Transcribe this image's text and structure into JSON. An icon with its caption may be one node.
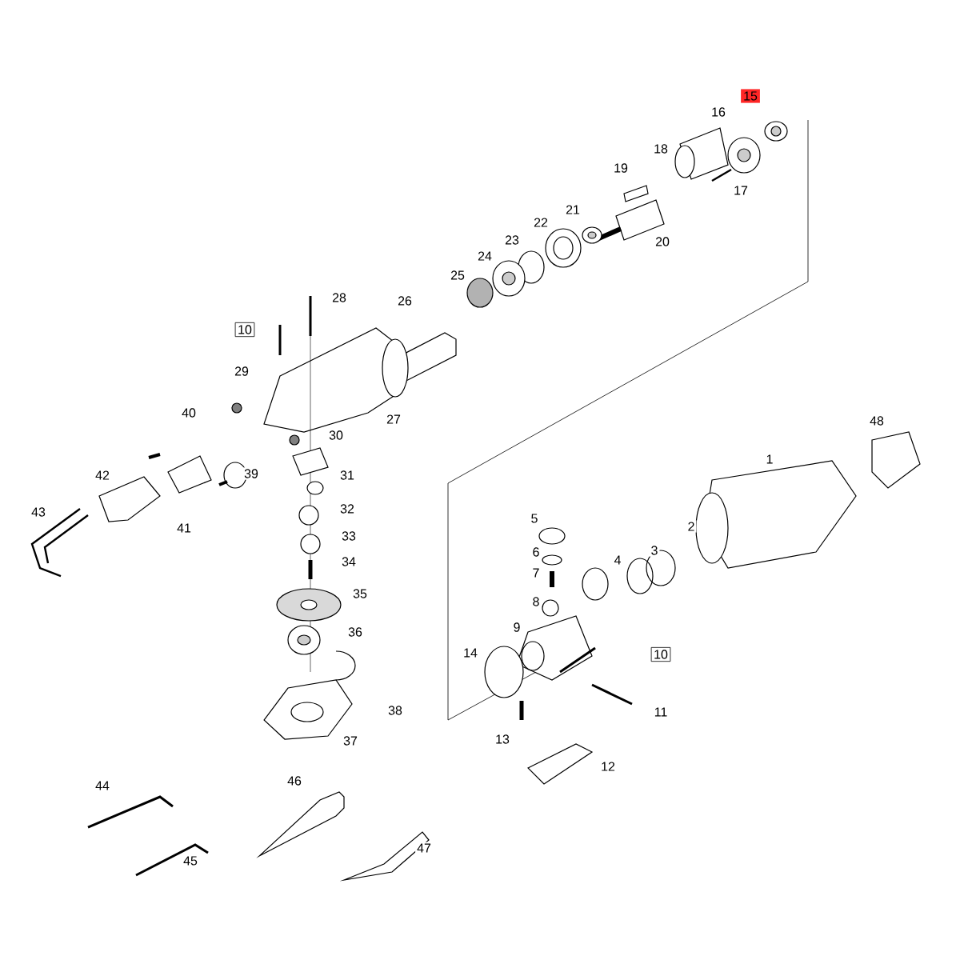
{
  "diagram": {
    "labels": [
      "15",
      "16",
      "18",
      "19",
      "17",
      "21",
      "22",
      "20",
      "23",
      "24",
      "25",
      "28",
      "26",
      "10",
      "29",
      "40",
      "27",
      "30",
      "42",
      "39",
      "31",
      "1",
      "48",
      "32",
      "43",
      "5",
      "41",
      "33",
      "2",
      "6",
      "34",
      "3",
      "4",
      "7",
      "35",
      "8",
      "9",
      "36",
      "14",
      "10",
      "38",
      "11",
      "13",
      "37",
      "12",
      "46",
      "44",
      "47",
      "45"
    ]
  }
}
